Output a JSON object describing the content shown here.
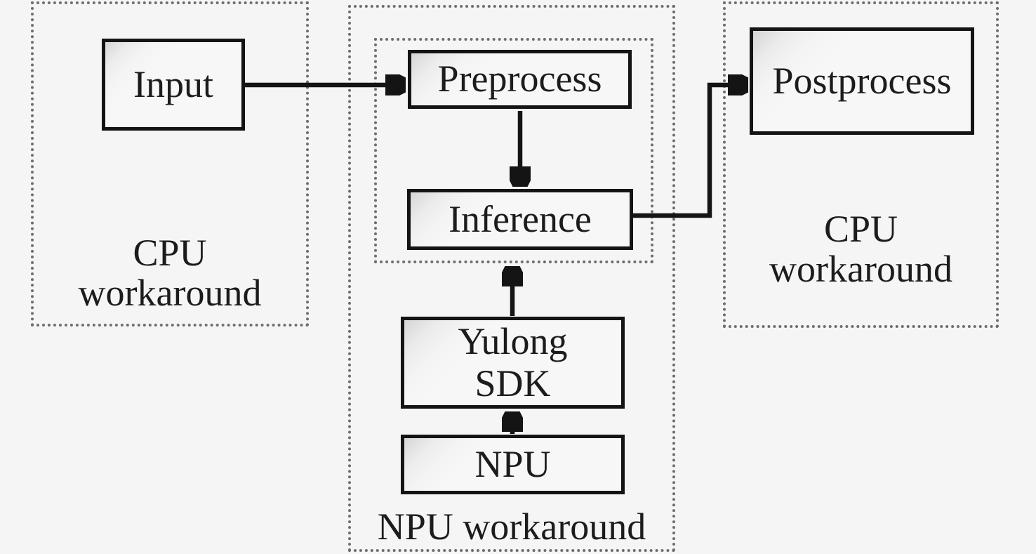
{
  "diagram": {
    "type": "flowchart",
    "regions": {
      "cpu_left": {
        "label_lines": [
          "CPU",
          "workaround"
        ]
      },
      "npu": {
        "label": "NPU workaround"
      },
      "cpu_right": {
        "label_lines": [
          "CPU",
          "workaround"
        ]
      }
    },
    "nodes": {
      "input": {
        "label": "Input"
      },
      "preprocess": {
        "label": "Preprocess"
      },
      "inference": {
        "label": "Inference"
      },
      "yulong_sdk": {
        "label_lines": [
          "Yulong",
          "SDK"
        ]
      },
      "npu": {
        "label": "NPU"
      },
      "postprocess": {
        "label": "Postprocess"
      }
    },
    "edges": [
      {
        "from": "input",
        "to": "preprocess",
        "style": "arrow"
      },
      {
        "from": "preprocess",
        "to": "inference",
        "style": "arrow"
      },
      {
        "from": "inference",
        "to": "postprocess",
        "style": "arrow-elbow"
      },
      {
        "from": "yulong_sdk",
        "to": "inference",
        "style": "arrow"
      },
      {
        "from": "npu",
        "to": "yulong_sdk",
        "style": "arrow"
      }
    ],
    "colors": {
      "background": "#f5f5f5",
      "node_fill": "#f7f7f7",
      "node_corner_shade": "#d6d6d6",
      "line": "#141414",
      "dotted_border": "#6e6e6e",
      "text": "#1c1c1c"
    }
  }
}
